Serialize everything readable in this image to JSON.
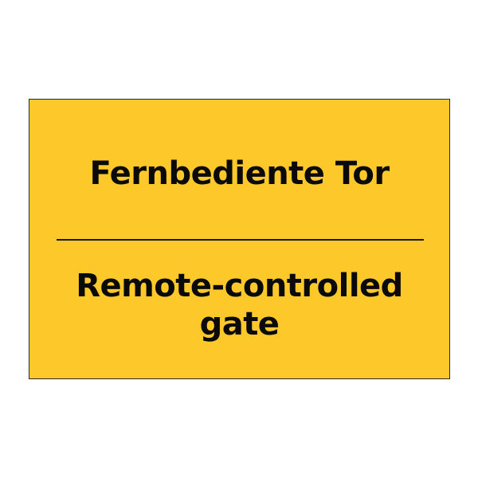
{
  "sign": {
    "background_color": "#fdc82a",
    "text_color": "#0a0a0a",
    "german_text": "Fernbediente Tor",
    "english_line1": "Remote-controlled",
    "english_line2": "gate"
  }
}
